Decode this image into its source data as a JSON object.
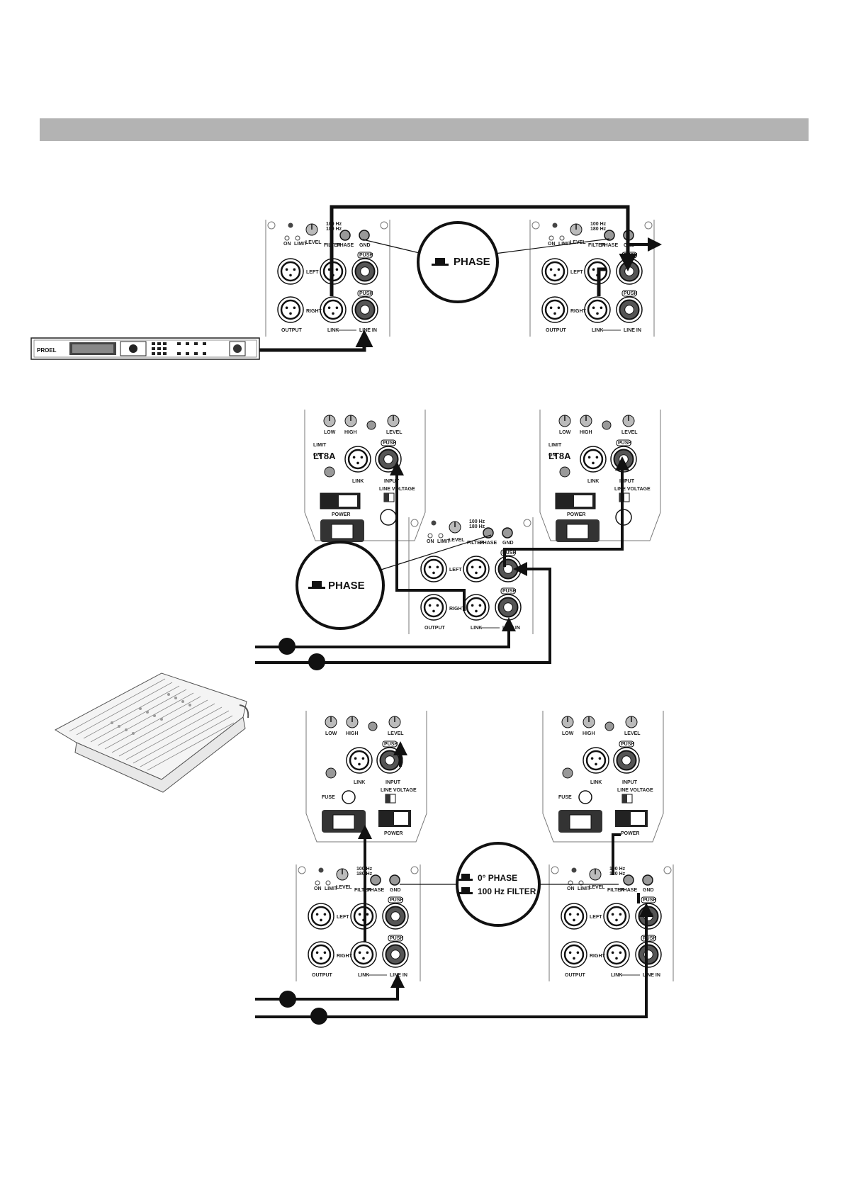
{
  "header_bar": {
    "color": "#b3b3b3"
  },
  "callouts": {
    "phase": "PHASE",
    "zero_phase": "0° PHASE",
    "filter": "100 Hz FILTER"
  },
  "panel": {
    "left": "LEFT",
    "right": "RIGHT",
    "output": "OUTPUT",
    "link": "LINK",
    "line_in": "LINE IN",
    "level": "LEVEL",
    "phase": "PHASE",
    "filter": "FILTER",
    "gnd": "GND",
    "on": "ON",
    "limit": "LIMIT",
    "push": "PUSH",
    "freq_100": "100 Hz",
    "freq_180": "180 Hz"
  },
  "speaker_panel": {
    "model": "LT8A",
    "low": "LOW",
    "high": "HIGH",
    "level": "LEVEL",
    "link": "LINK",
    "input": "INPUT",
    "line_voltage": "LINE VOLTAGE",
    "power": "POWER",
    "fuse": "FUSE",
    "limit": "LIMIT",
    "on": "ON",
    "push": "PUSH"
  },
  "processor": {
    "brand": "PROEL"
  },
  "colors": {
    "cable": "#111111",
    "panel_line": "#555555"
  }
}
